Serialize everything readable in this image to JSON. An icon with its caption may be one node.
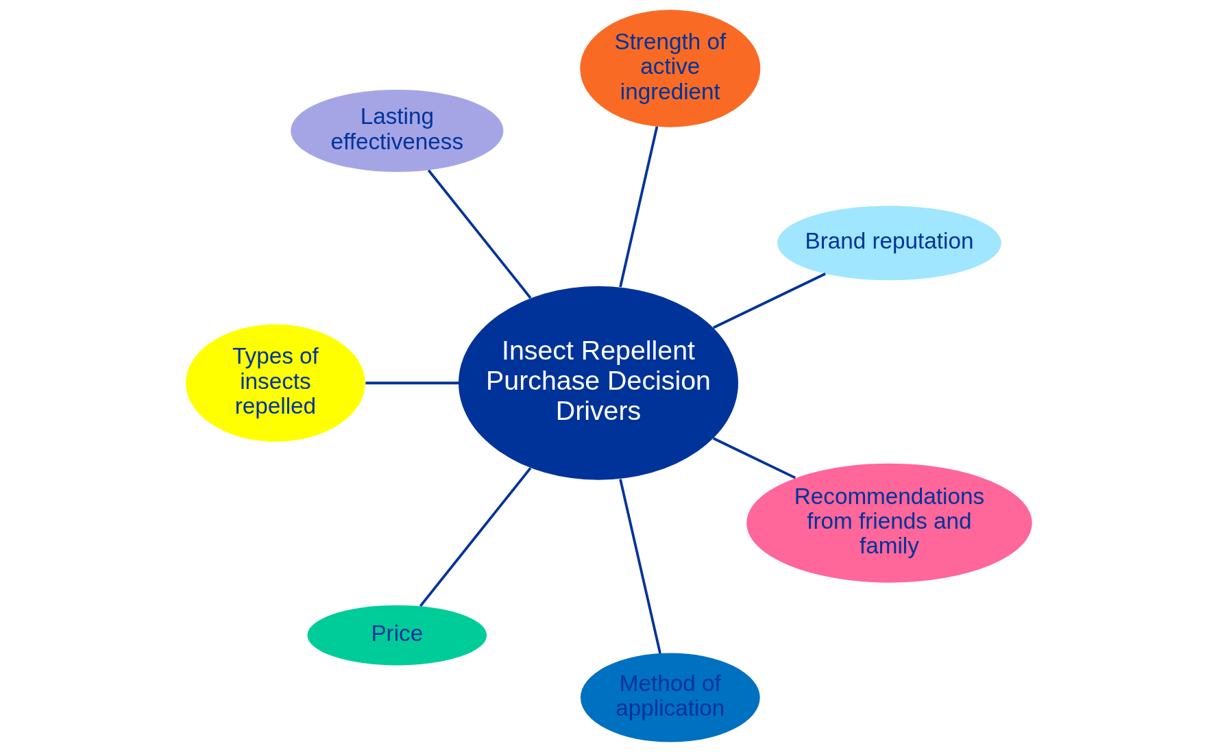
{
  "diagram": {
    "nodes": [
      {
        "text": [
          "Insect Repellent Purchase Decision Drivers"
        ]
      },
      {
        "text": [
          "Brand reputation"
        ]
      },
      {
        "text": [
          "Strength of active ingredient"
        ]
      },
      {
        "text": [
          "Lasting effectiveness"
        ]
      },
      {
        "text": [
          "Types of insects repelled"
        ]
      },
      {
        "text": [
          "Price"
        ]
      },
      {
        "text": [
          "Method of application"
        ]
      },
      {
        "text": [
          "Recommendations from friends and family"
        ]
      }
    ],
    "edges": [
      {
        "from": 0,
        "to": 1,
        "arrow": "none"
      },
      {
        "from": 0,
        "to": 2,
        "arrow": "none"
      },
      {
        "from": 0,
        "to": 3,
        "arrow": "none"
      },
      {
        "from": 0,
        "to": 4,
        "arrow": "none"
      },
      {
        "from": 0,
        "to": 5,
        "arrow": "none"
      },
      {
        "from": 0,
        "to": 6,
        "arrow": "none"
      },
      {
        "from": 0,
        "to": 7,
        "arrow": "none"
      }
    ]
  }
}
